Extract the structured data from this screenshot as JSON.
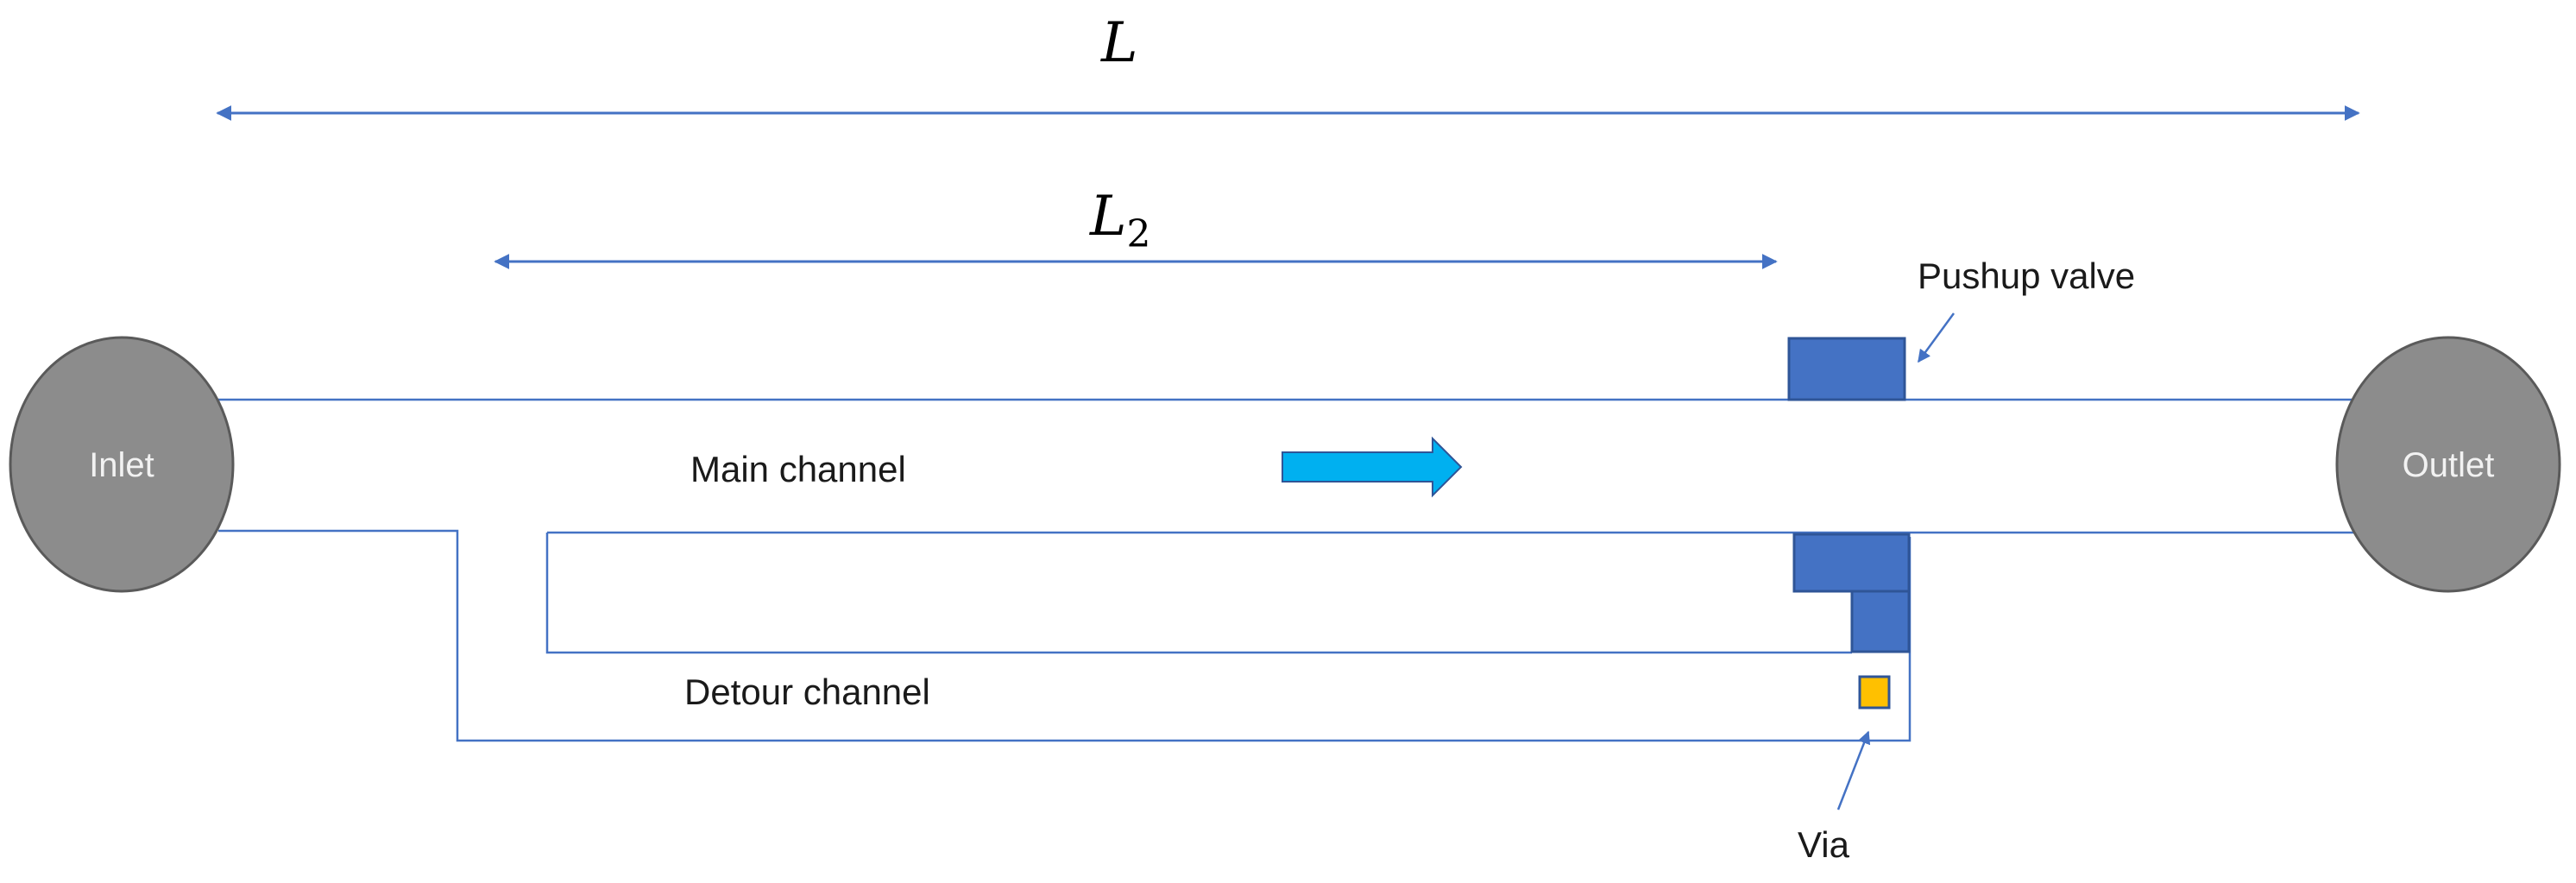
{
  "dimensions": {
    "overall_length": {
      "symbol": "L"
    },
    "detour_length": {
      "symbol": "L",
      "subscript": "2"
    }
  },
  "ports": {
    "inlet": "Inlet",
    "outlet": "Outlet"
  },
  "channels": {
    "main": "Main channel",
    "detour": "Detour channel"
  },
  "callouts": {
    "pushup_valve": "Pushup valve",
    "via": "Via"
  },
  "colors": {
    "line": "#4472c4",
    "port_fill": "#8c8c8c",
    "port_stroke": "#5a5a5a",
    "valve_fill": "#4472c4",
    "valve_stroke": "#2f5597",
    "flow_arrow": "#00b0f0",
    "via_fill": "#ffc000"
  },
  "icons": {
    "flow_direction": "right-arrow-icon"
  }
}
